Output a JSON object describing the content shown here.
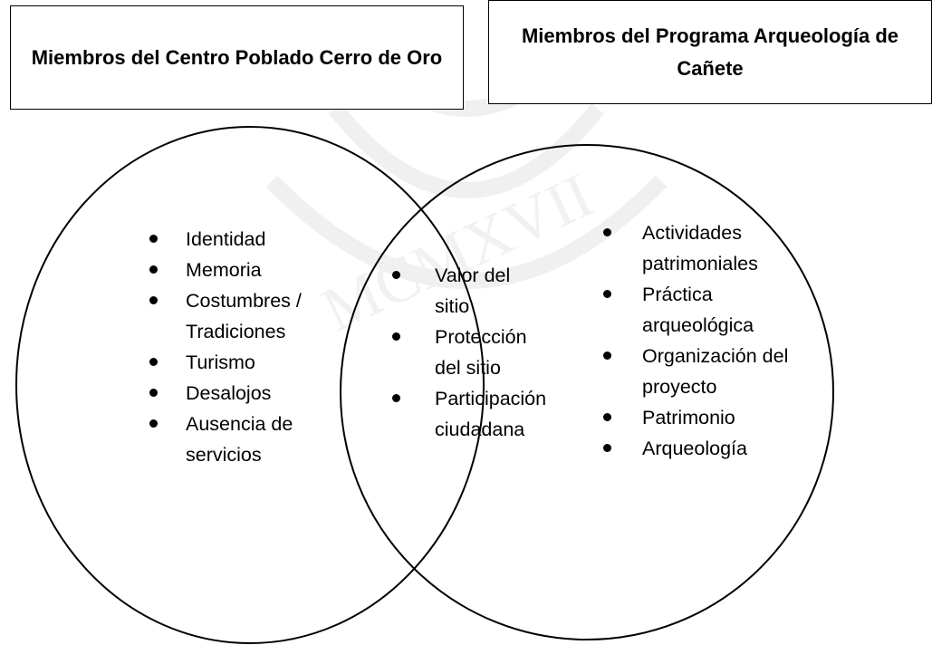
{
  "left_title": "Miembros del Centro Poblado Cerro de Oro",
  "right_title": "Miembros del Programa Arqueología de Cañete",
  "watermark_text": "MCMXVII",
  "left_items": [
    "Identidad",
    "Memoria",
    "Costumbres / Tradiciones",
    "Turismo",
    "Desalojos",
    "Ausencia de servicios"
  ],
  "middle_items": [
    "Valor del sitio",
    "Protección del sitio",
    "Participación ciudadana"
  ],
  "right_items": [
    "Actividades patrimoniales",
    "Práctica arqueológica",
    "Organización del proyecto",
    "Patrimonio",
    "Arqueología"
  ]
}
